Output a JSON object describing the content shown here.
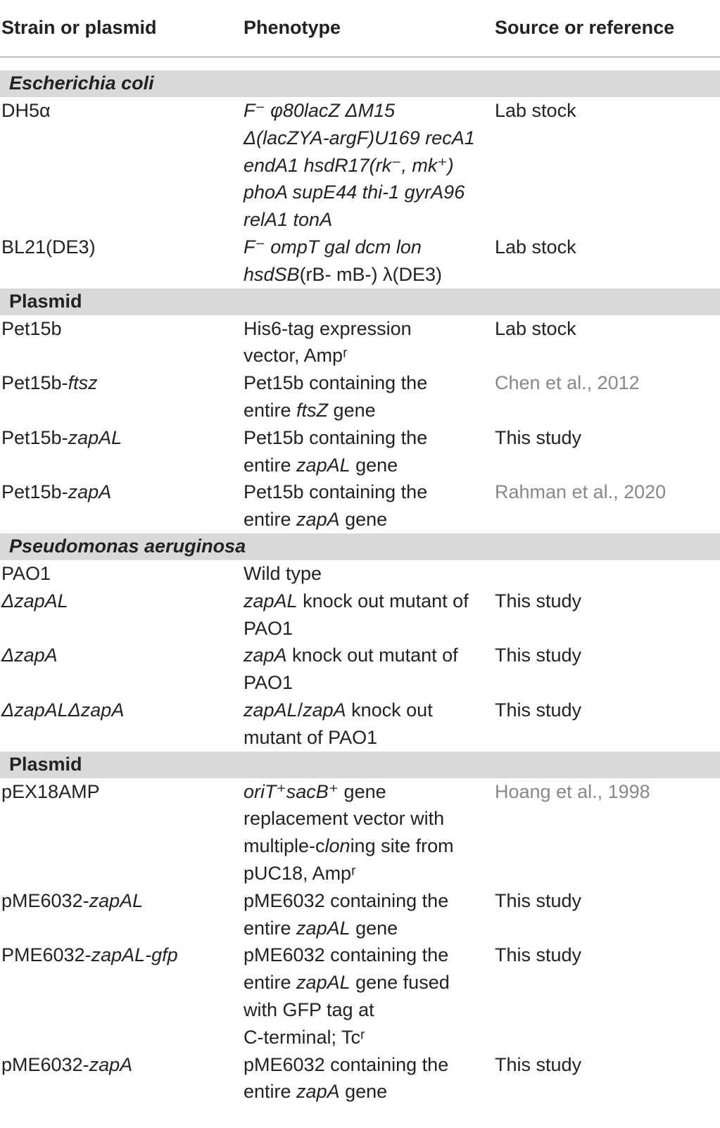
{
  "headers": {
    "strain": "Strain or plasmid",
    "phenotype": "Phenotype",
    "source": "Source or reference"
  },
  "sections": [
    {
      "title": "Escherichia coli",
      "italic": true,
      "rows": [
        {
          "strain": "DH5α",
          "phenotype": [
            "F⁻ φ80lacZ ΔM15",
            "Δ(lacZYA-argF)U169 recA1",
            "endA1 hsdR17(rk⁻, mk⁺)",
            "phoA supE44 thi-1 gyrA96",
            "relA1 tonA"
          ],
          "source": "Lab stock",
          "ref": false
        },
        {
          "strain": "BL21(DE3)",
          "phenotype": [
            "F⁻ ompT gal dcm lon",
            "hsdSB(rB- mB-) λ(DE3)"
          ],
          "source": "Lab stock",
          "ref": false
        }
      ]
    },
    {
      "title": "Plasmid",
      "italic": false,
      "rows": [
        {
          "strain": "Pet15b",
          "phenotype": [
            "His6-tag expression",
            "vector, Ampʳ"
          ],
          "source": "Lab stock",
          "ref": false
        },
        {
          "strain": "Pet15b-ftsz",
          "phenotype": [
            "Pet15b containing the",
            "entire ftsZ gene"
          ],
          "source": "Chen et al., 2012",
          "ref": true
        },
        {
          "strain": "Pet15b-zapAL",
          "phenotype": [
            "Pet15b containing the",
            "entire zapAL gene"
          ],
          "source": "This study",
          "ref": false
        },
        {
          "strain": "Pet15b-zapA",
          "phenotype": [
            "Pet15b containing the",
            "entire zapA gene"
          ],
          "source": "Rahman et al., 2020",
          "ref": true
        }
      ]
    },
    {
      "title": "Pseudomonas aeruginosa",
      "italic": true,
      "rows": [
        {
          "strain": "PAO1",
          "phenotype": [
            "Wild type"
          ],
          "source": "",
          "ref": false
        },
        {
          "strain": "ΔzapAL",
          "phenotype": [
            "zapAL knock out mutant of",
            "PAO1"
          ],
          "source": "This study",
          "ref": false
        },
        {
          "strain": "ΔzapA",
          "phenotype": [
            "zapA knock out mutant of",
            "PAO1"
          ],
          "source": "This study",
          "ref": false
        },
        {
          "strain": "ΔzapALΔzapA",
          "phenotype": [
            "zapAL/zapA knock out",
            "mutant of PAO1"
          ],
          "source": "This study",
          "ref": false
        }
      ]
    },
    {
      "title": "Plasmid",
      "italic": false,
      "rows": [
        {
          "strain": "pEX18AMP",
          "phenotype": [
            "oriT⁺sacB⁺ gene",
            "replacement vector with",
            "multiple-cloning site from",
            "pUC18, Ampʳ"
          ],
          "source": "Hoang et al., 1998",
          "ref": true
        },
        {
          "strain": "pME6032-zapAL",
          "phenotype": [
            "pME6032 containing the",
            "entire zapAL gene"
          ],
          "source": "This study",
          "ref": false
        },
        {
          "strain": "PME6032-zapAL-gfp",
          "phenotype": [
            "pME6032 containing the",
            "entire zapAL gene fused",
            "with GFP tag at",
            "C-terminal; Tcʳ"
          ],
          "source": "This study",
          "ref": false
        },
        {
          "strain": "pME6032-zapA",
          "phenotype": [
            "pME6032 containing the",
            "entire zapA gene"
          ],
          "source": "This study",
          "ref": false
        }
      ]
    }
  ]
}
